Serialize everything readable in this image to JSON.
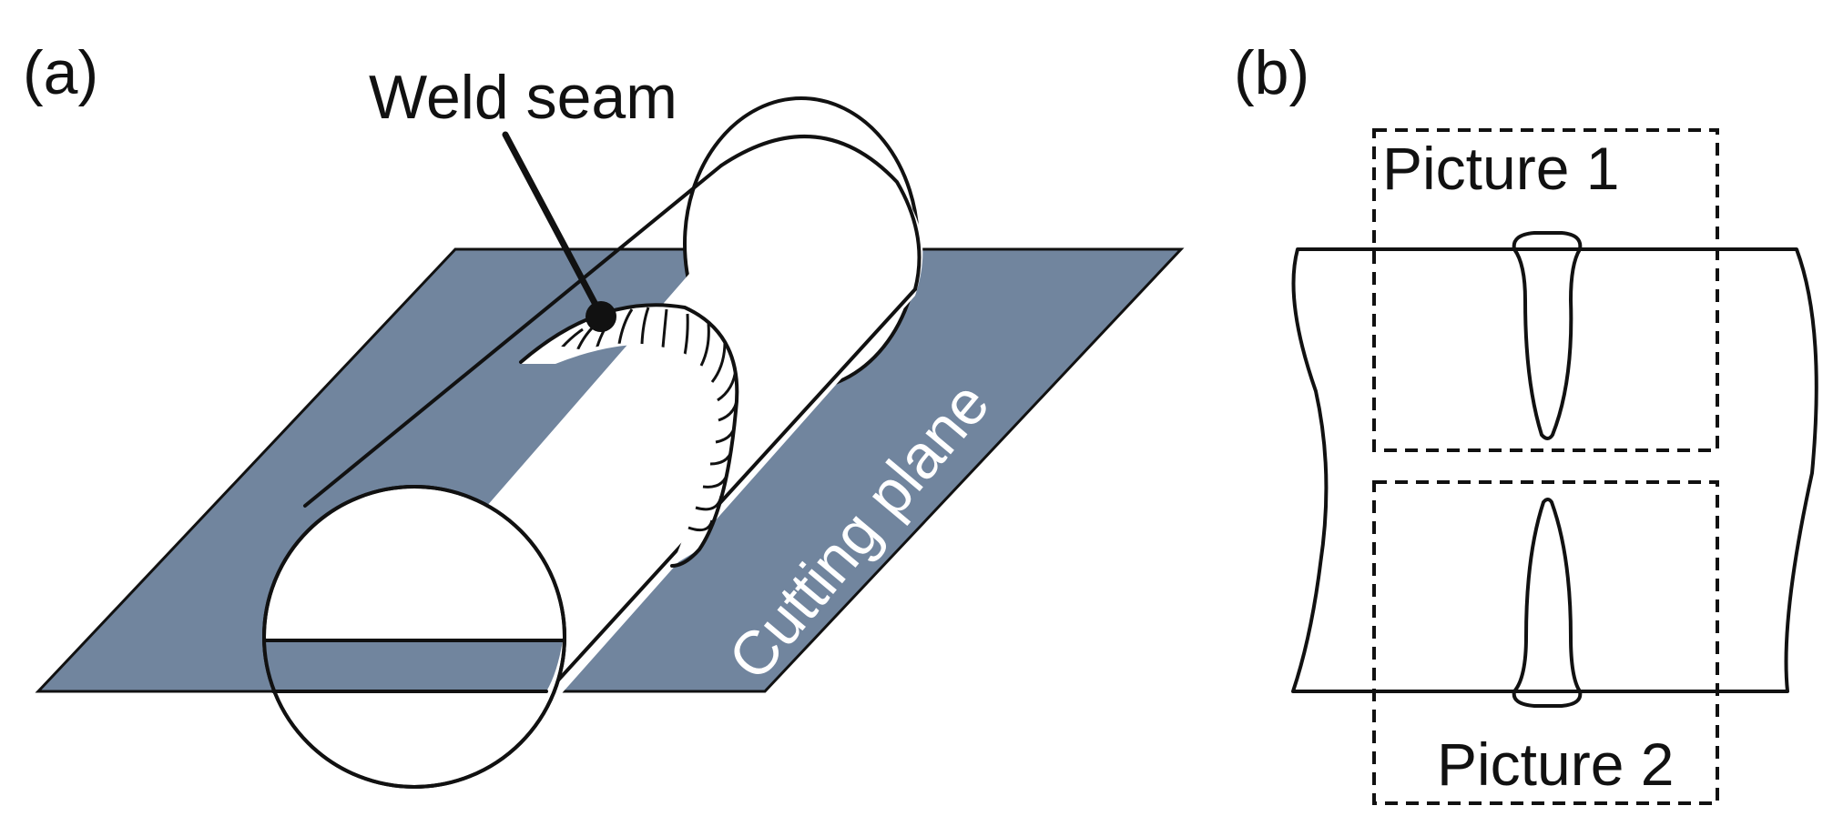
{
  "panel_a": {
    "label": "(a)",
    "weld_label": "Weld seam",
    "plane_label": "Cutting plane",
    "plane_color": "#71859E"
  },
  "panel_b": {
    "label": "(b)",
    "picture1_label": "Picture 1",
    "picture2_label": "Picture 2"
  }
}
